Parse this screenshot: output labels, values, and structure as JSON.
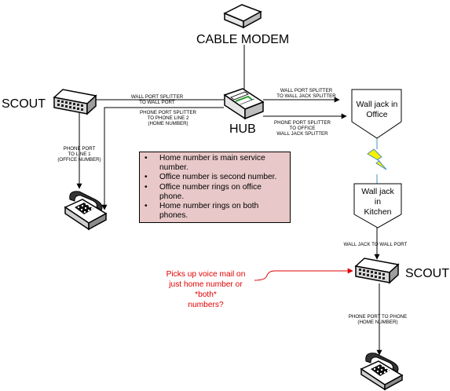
{
  "labels": {
    "cable_modem": "CABLE MODEM",
    "hub": "HUB",
    "scout_left": "SCOUT",
    "scout_right": "SCOUT",
    "wall_jack_office": [
      "Wall jack in",
      "Office"
    ],
    "wall_jack_kitchen": [
      "Wall jack",
      "in",
      "Kitchen"
    ]
  },
  "connections": {
    "hub_to_scout": [
      "WALL PORT SPLITTER",
      "TO WALL PORT"
    ],
    "hub_to_phone_line2": [
      "PHONE PORT SPLITTER",
      "TO PHONE LINE 2",
      "(HOME NUMBER)"
    ],
    "scout_to_phone_line1": [
      "PHONE PORT",
      "TO LINE 1",
      "(OFFICE NUMBER)"
    ],
    "hub_to_wall_jack_splitter": [
      "WALL PORT SPLITTER",
      "TO WALL JACK SPLITTER"
    ],
    "hub_to_office_splitter": [
      "PHONE PORT SPLITTER",
      "TO OFFICE",
      "WALL JACK SPLITTER"
    ],
    "wall_jack_to_wall_port": "WALL JACK TO WALL PORT",
    "phone_port_to_phone": [
      "PHONE PORT TO PHONE",
      "(HOME NUMBER)"
    ]
  },
  "notes": [
    "Home number is main service number.",
    "Office number is second number.",
    "Office number rings on office phone.",
    "Home number rings on both phones."
  ],
  "question": [
    "Picks up voice mail on",
    "just home number or",
    "*both*",
    "numbers?"
  ],
  "colors": {
    "note_fill": "#e8c8c8",
    "question_text": "#e00000",
    "lightning_fill": "#f7f000",
    "lightning_stroke": "#4a90c0",
    "hub_light": "#2a9a2a"
  },
  "icons": [
    "cable-modem-icon",
    "hub-icon",
    "scout-left-icon",
    "scout-right-icon",
    "telephone-left-icon",
    "telephone-right-icon",
    "lightning-icon"
  ]
}
